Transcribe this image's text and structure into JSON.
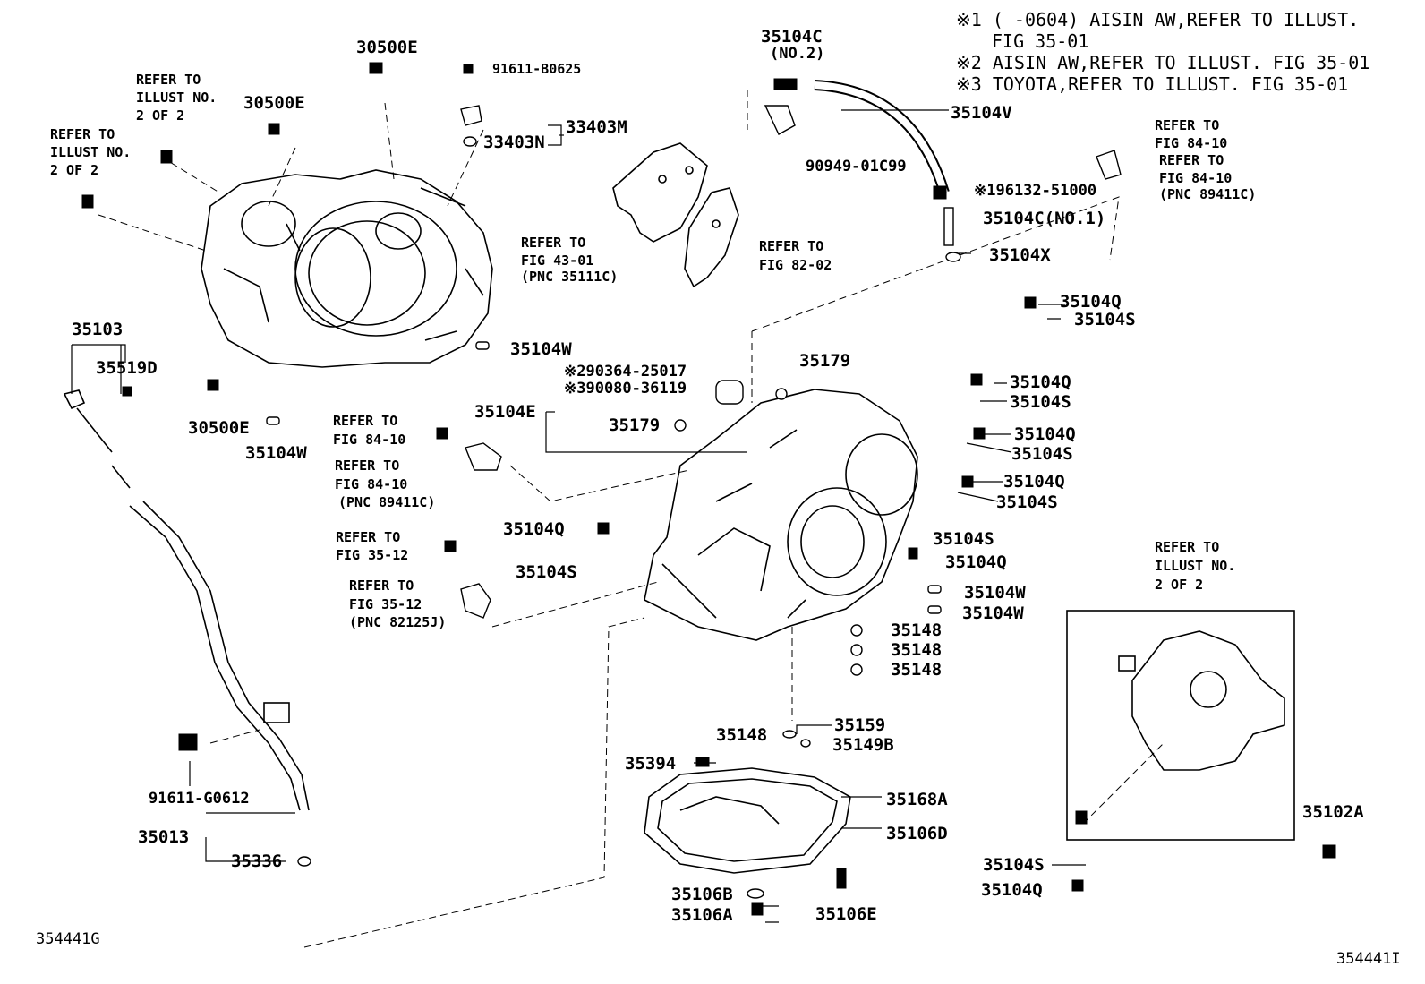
{
  "notes": [
    "※1 (    -0604) AISIN AW,REFER TO ILLUST.",
    "FIG 35-01",
    "※2 AISIN AW,REFER TO ILLUST. FIG 35-01",
    "※3 TOYOTA,REFER TO ILLUST. FIG 35-01"
  ],
  "labels": {
    "l30500e_top": "30500E",
    "l91611b0625": "91611-B0625",
    "l33403m": "33403M",
    "l33403n": "33403N",
    "refer_illust_a": "REFER TO",
    "refer_illust_a2": "ILLUST NO.",
    "refer_illust_a3": "2 OF 2",
    "l30500e_mid": "30500E",
    "refer_illust_b": "REFER TO",
    "refer_illust_b2": "ILLUST NO.",
    "refer_illust_b3": "2 OF 2",
    "l35104c_no2": "35104C",
    "l35104c_no2_sub": "(NO.2)",
    "l35104v": "35104V",
    "l90949": "90949-01C99",
    "l196132": "※196132-51000",
    "l35104c_no1": "35104C(NO.1)",
    "l35104x": "35104X",
    "refer_84_10_r1": "REFER TO",
    "refer_84_10_r1b": "FIG 84-10",
    "refer_84_10_r2": "REFER TO",
    "refer_84_10_r2b": "FIG 84-10",
    "refer_84_10_r2c": "(PNC 89411C)",
    "refer_43_01": "REFER TO",
    "refer_43_01b": "FIG 43-01",
    "refer_43_01c": "(PNC 35111C)",
    "refer_82_02": "REFER TO",
    "refer_82_02b": "FIG 82-02",
    "l35103": "35103",
    "l35519d": "35519D",
    "l35104w_a": "35104W",
    "l30500e_low": "30500E",
    "l35104w_b": "35104W",
    "l290364": "※290364-25017",
    "l390080": "※390080-36119",
    "l35104e": "35104E",
    "l35179_a": "35179",
    "l35179_b": "35179",
    "refer_84_10_l1": "REFER TO",
    "refer_84_10_l1b": "FIG 84-10",
    "refer_84_10_l2": "REFER TO",
    "refer_84_10_l2b": "FIG 84-10",
    "refer_84_10_l2c": "(PNC 89411C)",
    "l35104q_r1": "35104Q",
    "l35104s_r1": "35104S",
    "l35104q_r2": "35104Q",
    "l35104s_r2": "35104S",
    "l35104q_r3": "35104Q",
    "l35104s_r3": "35104S",
    "l35104q_r4": "35104Q",
    "l35104s_r4": "35104S",
    "l35104s_r5": "35104S",
    "l35104q_r5": "35104Q",
    "l35104q_l": "35104Q",
    "l35104s_l": "35104S",
    "refer_35_12_a": "REFER TO",
    "refer_35_12_ab": "FIG 35-12",
    "refer_35_12_b": "REFER TO",
    "refer_35_12_bb": "FIG 35-12",
    "refer_35_12_bc": "(PNC 82125J)",
    "l35104w_c": "35104W",
    "l35104w_d": "35104W",
    "l35148_a": "35148",
    "l35148_b": "35148",
    "l35148_c": "35148",
    "l35148_d": "35148",
    "l35159": "35159",
    "l35149b": "35149B",
    "l35394": "35394",
    "l35168a": "35168A",
    "l35106d": "35106D",
    "l35106b": "35106B",
    "l35106a": "35106A",
    "l35106e": "35106E",
    "l91611g0612": "91611-G0612",
    "l35013": "35013",
    "l35336": "35336",
    "refer_illust_c": "REFER TO",
    "refer_illust_c2": "ILLUST NO.",
    "refer_illust_c3": "2 OF 2",
    "l35102a": "35102A",
    "l35104s_bot": "35104S",
    "l35104q_bot": "35104Q",
    "code_left": "354441G",
    "code_right": "354441I"
  }
}
